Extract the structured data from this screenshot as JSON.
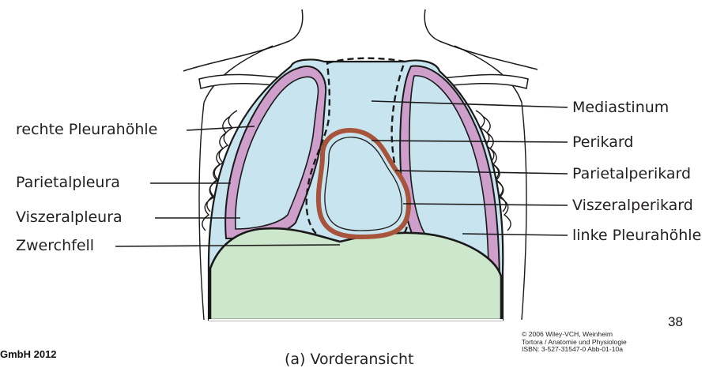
{
  "labels": {
    "mediastinum": "Mediastinum",
    "perikard": "Perikard",
    "parietalperikard": "Parietalperikard",
    "viszeralperikard": "Viszeralperikard",
    "linke_pleurahoehle": "linke Pleurahöhle",
    "rechte_pleurahoehle": "rechte Pleurahöhle",
    "parietalpleura": "Parietalpleura",
    "viszeralpleura": "Viszeralpleura",
    "zwerchfell": "Zwerchfell"
  },
  "caption": "(a) Vorderansicht",
  "copyright": {
    "line1": "© 2006 Wiley-VCH, Weinheim",
    "line2": "Tortora / Anatomie und Physiologie",
    "line3": "ISBN: 3-527-31547-0   Abb-01-10a"
  },
  "slide_footer": "GmbH 2012",
  "page_number": "38",
  "colors": {
    "pleural_cavity": "#c8e4ee",
    "pleura_membrane": "#cf9fcb",
    "diaphragm": "#cde7cc",
    "pericardium": "#a8533c",
    "outline": "#1a1a1a"
  }
}
